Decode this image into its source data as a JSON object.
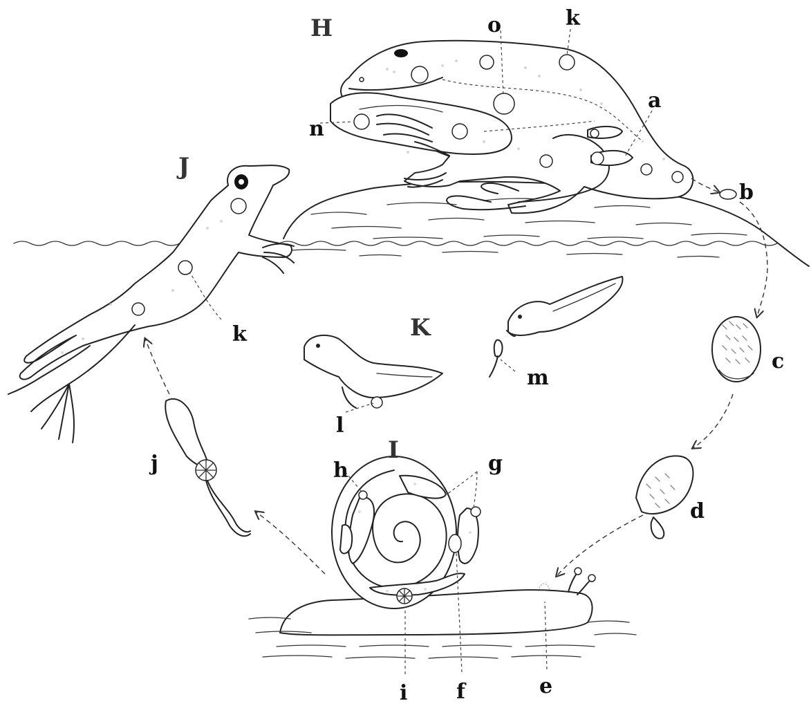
{
  "diagram": {
    "stage_labels": {
      "H": "H",
      "I": "I",
      "J": "J",
      "K": "K"
    },
    "part_labels": {
      "a": "a",
      "b": "b",
      "c": "c",
      "d": "d",
      "e": "e",
      "f": "f",
      "g": "g",
      "h": "h",
      "i": "i",
      "j": "j",
      "k_top": "k",
      "k_left": "k",
      "l": "l",
      "m": "m",
      "n": "n",
      "o": "o"
    }
  }
}
